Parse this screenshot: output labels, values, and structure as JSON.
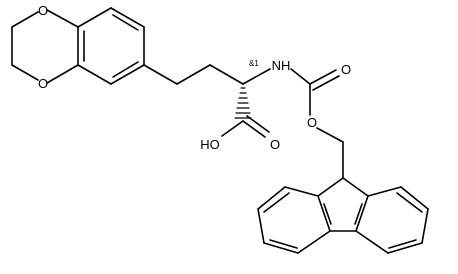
{
  "atom_labels": {
    "o_top": "O",
    "o_bottom": "O",
    "nh": "NH",
    "o_carbonyl": "O",
    "o_ester": "O",
    "oh": "HO",
    "o_acid": "O"
  },
  "stereo_label": "&1",
  "colors": {
    "bond": "#000000",
    "background": "#ffffff"
  }
}
